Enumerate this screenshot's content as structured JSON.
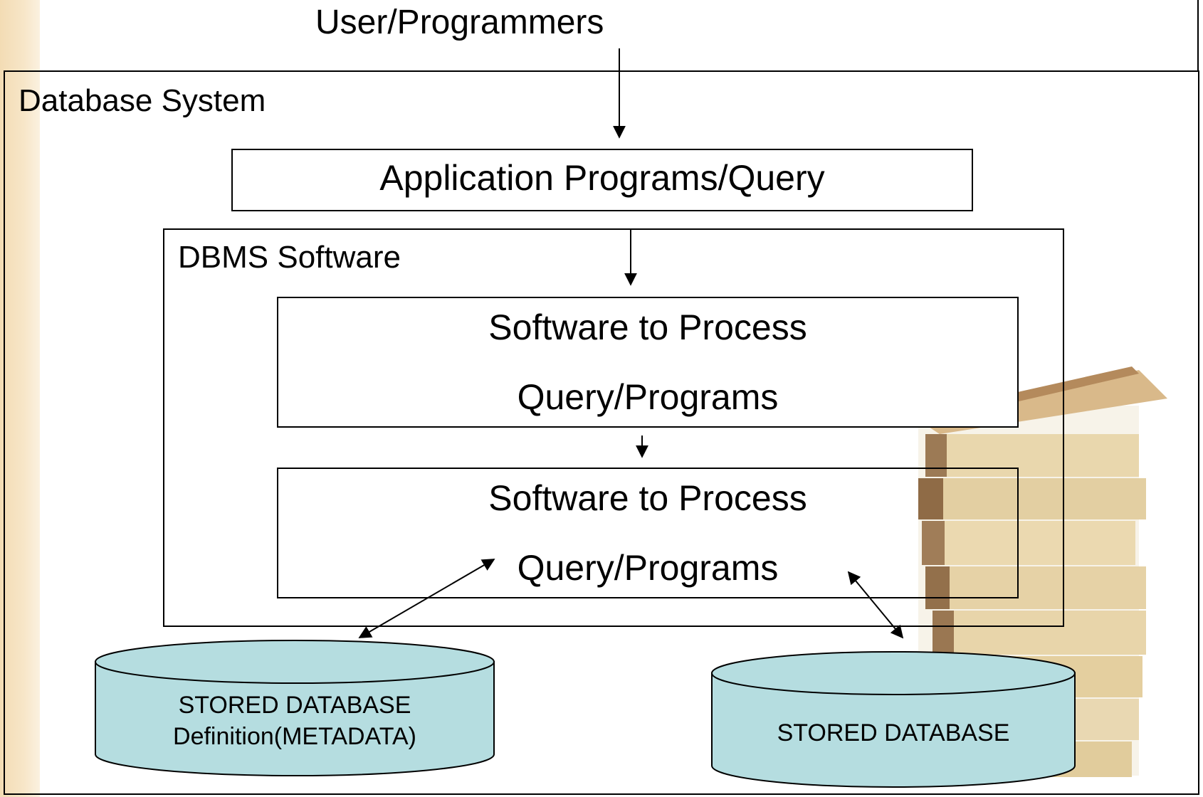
{
  "diagram": {
    "top_label": "User/Programmers",
    "system_label": "Database System",
    "app_box_label": "Application Programs/Query",
    "dbms_label": "DBMS Software",
    "process_box_1": {
      "line1": "Software to Process",
      "line2": "Query/Programs"
    },
    "process_box_2": {
      "line1": "Software to Process",
      "line2": "Query/Programs"
    },
    "metadata_db": {
      "line1": "STORED DATABASE",
      "line2": "Definition(METADATA)"
    },
    "stored_db": {
      "line1": "STORED DATABASE"
    }
  },
  "colors": {
    "cylinder_fill": "#b5dde0",
    "side_strip": "#f3dcb4",
    "book_pages": "#e9d7ad",
    "book_cover": "#9c7a55"
  }
}
